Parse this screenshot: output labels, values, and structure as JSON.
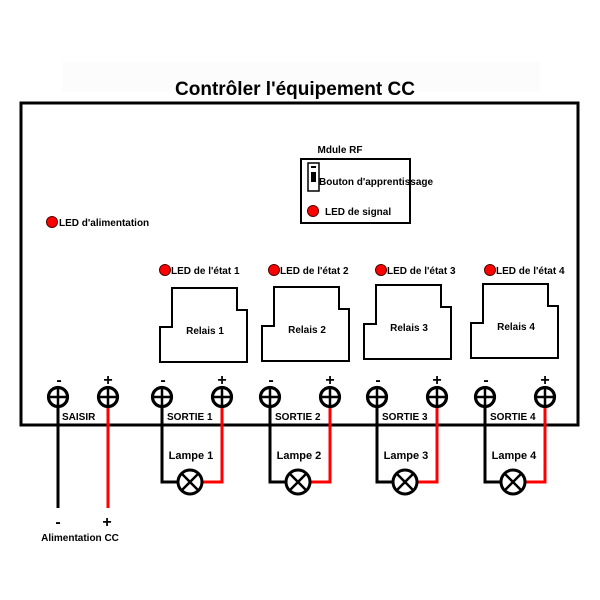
{
  "title": "Contrôler l'équipement CC",
  "colors": {
    "wire_positive": "#ff0000",
    "wire_negative": "#000000",
    "led": "#ff0000"
  },
  "rf_module": {
    "label": "Mdule RF",
    "learn_button_label": "Bouton d'apprentissage",
    "signal_led_label": "LED de signal"
  },
  "power_led": {
    "label": "LED d'alimentation"
  },
  "input": {
    "label": "SAISIR",
    "minus": "-",
    "plus": "+"
  },
  "channels": [
    {
      "led_label": "LED de l'état 1",
      "relay_label": "Relais 1",
      "output_label": "SORTIE 1",
      "lamp_label": "Lampe 1",
      "minus": "-",
      "plus": "+"
    },
    {
      "led_label": "LED de l'état 2",
      "relay_label": "Relais 2",
      "output_label": "SORTIE 2",
      "lamp_label": "Lampe 2",
      "minus": "-",
      "plus": "+"
    },
    {
      "led_label": "LED de l'état 3",
      "relay_label": "Relais 3",
      "output_label": "SORTIE 3",
      "lamp_label": "Lampe 3",
      "minus": "-",
      "plus": "+"
    },
    {
      "led_label": "LED de l'état 4",
      "relay_label": "Relais 4",
      "output_label": "SORTIE 4",
      "lamp_label": "Lampe 4",
      "minus": "-",
      "plus": "+"
    }
  ],
  "power_supply": {
    "label": "Alimentation CC",
    "minus": "-",
    "plus": "+"
  }
}
